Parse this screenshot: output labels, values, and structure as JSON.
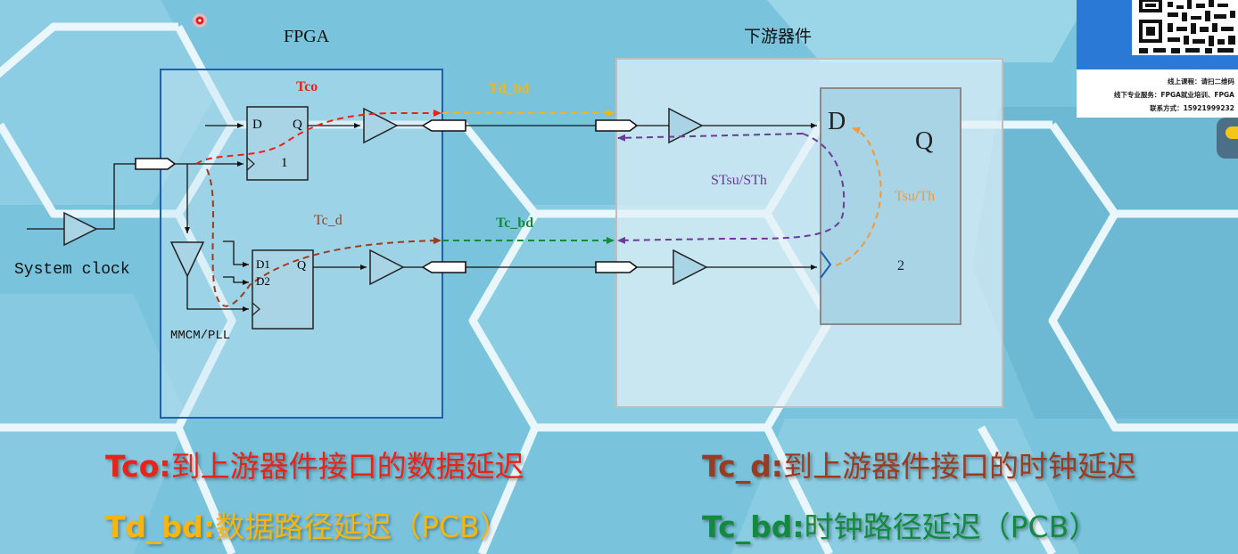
{
  "diagram": {
    "fpga_label": "FPGA",
    "downstream_label": "下游器件",
    "system_clock_label": "System clock",
    "mmcm_label": "MMCM/PLL",
    "ff1": {
      "d": "D",
      "q": "Q",
      "num": "1"
    },
    "ff2": {
      "d1": "D1",
      "d2": "D2",
      "q": "Q"
    },
    "ff3": {
      "d": "D",
      "q": "Q",
      "num": "2"
    },
    "paths": {
      "tco": "Tco",
      "td_bd": "Td_bd",
      "tc_d": "Tc_d",
      "tc_bd": "Tc_bd",
      "stsu_sth": "STsu/STh",
      "tsu_th": "Tsu/Th"
    }
  },
  "legend": {
    "tco_key": "Tco:",
    "tco_desc": "到上游器件接口的数据延迟",
    "tcd_key": "Tc_d:",
    "tcd_desc": "到上游器件接口的时钟延迟",
    "tdbd_key": "Td_bd:",
    "tdbd_desc": "数据路径延迟（PCB）",
    "tcbd_key": "Tc_bd:",
    "tcbd_desc": "时钟路径延迟（PCB）"
  },
  "qr_panel": {
    "line1": "线上课程：请扫二维码",
    "line2": "线下专业服务：FPGA就业培训、FPGA",
    "line3": "联系方式：15921999232"
  },
  "colors": {
    "tco": "#e8231a",
    "td_bd": "#f5b512",
    "tc_d": "#9b3b22",
    "tc_bd": "#138a3e",
    "sts": "#6b3b97",
    "tsu": "#f29a3a",
    "fpga_border": "#1f5fae",
    "block_fill": "#a9d4e6"
  }
}
